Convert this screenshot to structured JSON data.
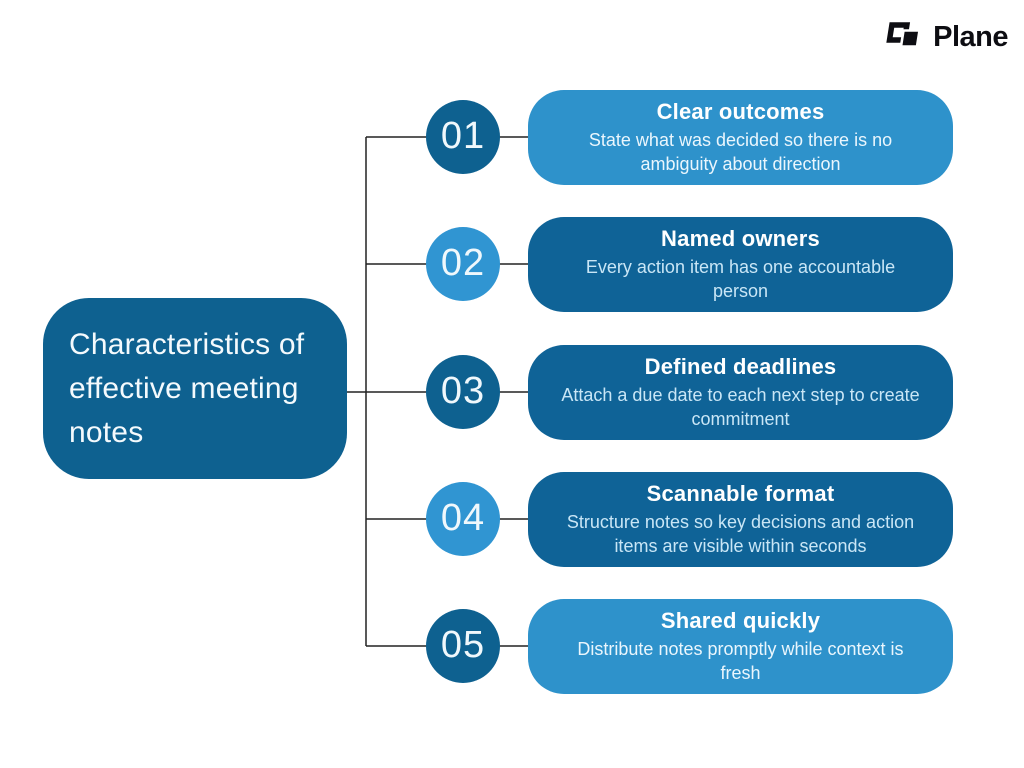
{
  "logo": {
    "brand": "Plane",
    "icon": "plane-logo-icon"
  },
  "title_card": {
    "text": "Characteristics of effective meeting notes"
  },
  "colors": {
    "background": "#ffffff",
    "dark_blue": "#0e6190",
    "dark_card_blue": "#0f6397",
    "light_card_blue": "#2e92cb",
    "light_circle_blue": "#3095d2",
    "connector": "#222222",
    "logo_color": "#0d0d12"
  },
  "items": [
    {
      "number": "01",
      "title": "Clear outcomes",
      "description": "State what was decided so there is no ambiguity about direction",
      "circle_tone": "dark",
      "card_tone": "light"
    },
    {
      "number": "02",
      "title": "Named owners",
      "description": "Every action item has one accountable person",
      "circle_tone": "light",
      "card_tone": "dark"
    },
    {
      "number": "03",
      "title": "Defined deadlines",
      "description": "Attach a due date to each next step to create commitment",
      "circle_tone": "dark",
      "card_tone": "dark"
    },
    {
      "number": "04",
      "title": "Scannable format",
      "description": "Structure notes so key decisions and action items are visible within seconds",
      "circle_tone": "light",
      "card_tone": "dark"
    },
    {
      "number": "05",
      "title": "Shared quickly",
      "description": "Distribute notes promptly while context is fresh",
      "circle_tone": "dark",
      "card_tone": "light"
    }
  ]
}
